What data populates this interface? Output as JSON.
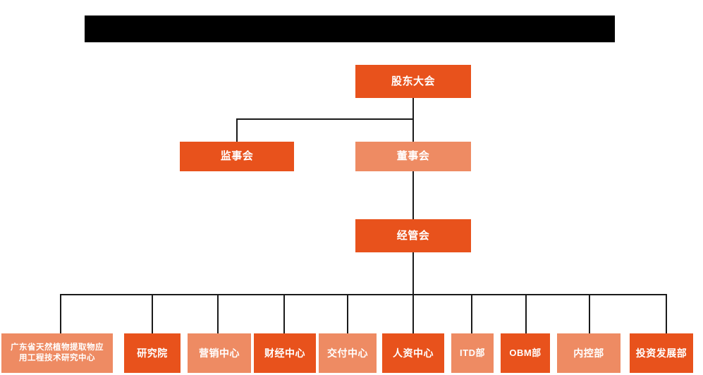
{
  "chart_title_bar": {
    "name": "redacted-title-bar",
    "color": "#000000",
    "label": ""
  },
  "palette": {
    "accent_dark": "#e8521c",
    "accent_light": "#ee8b63",
    "connector": "#1a1a1a",
    "background": "#ffffff",
    "text": "#ffffff"
  },
  "chart_data": {
    "type": "diagram",
    "title": "",
    "orientation": "top-down",
    "levels": [
      {
        "level": 1,
        "nodes": [
          {
            "id": "shareholders",
            "label": "股东大会",
            "tone": "accent_dark"
          }
        ]
      },
      {
        "level": 2,
        "nodes": [
          {
            "id": "supervisors",
            "label": "监事会",
            "tone": "accent_dark"
          },
          {
            "id": "directors",
            "label": "董事会",
            "tone": "accent_light"
          }
        ]
      },
      {
        "level": 3,
        "nodes": [
          {
            "id": "management",
            "label": "经管会",
            "tone": "accent_dark"
          }
        ]
      },
      {
        "level": 4,
        "nodes": [
          {
            "id": "research-center",
            "label": "广东省天然植物提取物应用工程技术研究中心",
            "tone": "accent_light"
          },
          {
            "id": "institute",
            "label": "研究院",
            "tone": "accent_dark"
          },
          {
            "id": "marketing-center",
            "label": "营销中心",
            "tone": "accent_light"
          },
          {
            "id": "finance-center",
            "label": "财经中心",
            "tone": "accent_dark"
          },
          {
            "id": "delivery-center",
            "label": "交付中心",
            "tone": "accent_light"
          },
          {
            "id": "hr-center",
            "label": "人资中心",
            "tone": "accent_dark"
          },
          {
            "id": "itd-dept",
            "label": "ITD部",
            "tone": "accent_light"
          },
          {
            "id": "obm-dept",
            "label": "OBM部",
            "tone": "accent_dark"
          },
          {
            "id": "internal-control-dept",
            "label": "内控部",
            "tone": "accent_light"
          },
          {
            "id": "investment-development-dept",
            "label": "投资发展部",
            "tone": "accent_dark"
          }
        ]
      }
    ],
    "edges": [
      {
        "from": "shareholders",
        "to": "supervisors"
      },
      {
        "from": "shareholders",
        "to": "directors"
      },
      {
        "from": "directors",
        "to": "management"
      },
      {
        "from": "management",
        "to": "research-center"
      },
      {
        "from": "management",
        "to": "institute"
      },
      {
        "from": "management",
        "to": "marketing-center"
      },
      {
        "from": "management",
        "to": "finance-center"
      },
      {
        "from": "management",
        "to": "delivery-center"
      },
      {
        "from": "management",
        "to": "hr-center"
      },
      {
        "from": "management",
        "to": "itd-dept"
      },
      {
        "from": "management",
        "to": "obm-dept"
      },
      {
        "from": "management",
        "to": "internal-control-dept"
      },
      {
        "from": "management",
        "to": "investment-development-dept"
      }
    ]
  },
  "nodes": {
    "shareholders": {
      "label": "股东大会"
    },
    "supervisors": {
      "label": "监事会"
    },
    "directors": {
      "label": "董事会"
    },
    "management": {
      "label": "经管会"
    },
    "research_center_line1": {
      "label": "广东省天然植物提取物应"
    },
    "research_center_line2": {
      "label": "用工程技术研究中心"
    },
    "institute": {
      "label": "研究院"
    },
    "marketing_center": {
      "label": "营销中心"
    },
    "finance_center": {
      "label": "财经中心"
    },
    "delivery_center": {
      "label": "交付中心"
    },
    "hr_center": {
      "label": "人资中心"
    },
    "itd_dept": {
      "label": "ITD部"
    },
    "obm_dept": {
      "label": "OBM部"
    },
    "internal_control_dept": {
      "label": "内控部"
    },
    "investment_development_dept": {
      "label": "投资发展部"
    }
  }
}
